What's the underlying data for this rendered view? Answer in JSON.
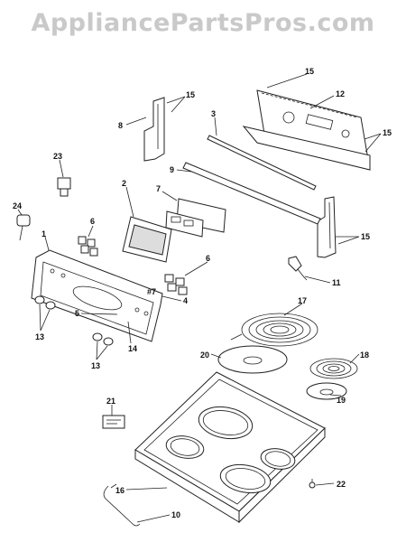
{
  "watermark": "AppliancePartsPros.com",
  "callouts": {
    "c15a": "15",
    "c12": "12",
    "c15b": "15",
    "c8": "8",
    "c3": "3",
    "c15c": "15",
    "c23": "23",
    "c9": "9",
    "c2": "2",
    "c7": "7",
    "c24": "24",
    "c6a": "6",
    "c15d": "15",
    "c1": "1",
    "c11": "11",
    "c6b": "6",
    "c7b": "#7",
    "c4": "4",
    "c17": "17",
    "c5": "5",
    "c13a": "13",
    "c14": "14",
    "c13b": "13",
    "c20": "20",
    "c18": "18",
    "c19": "19",
    "c21": "21",
    "c22": "22",
    "c16": "16",
    "c10": "10"
  }
}
